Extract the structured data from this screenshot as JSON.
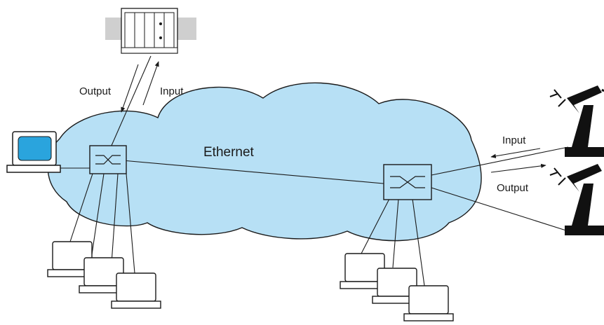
{
  "diagram": {
    "cloud_label": "Ethernet",
    "plc_arrows": {
      "output_label": "Output",
      "input_label": "Input"
    },
    "robot_arrows": {
      "input_label": "Input",
      "output_label": "Output"
    }
  },
  "colors": {
    "cloud_fill": "#b7e0f5",
    "screen_fill": "#2aa4dd",
    "robot_fill": "#111111",
    "line": "#1a1a1a",
    "rail": "#cfcfcf"
  },
  "icons": [
    "plc-device-icon",
    "laptop-icon",
    "switch-icon",
    "computer-terminal-icon",
    "industrial-robot-icon"
  ]
}
